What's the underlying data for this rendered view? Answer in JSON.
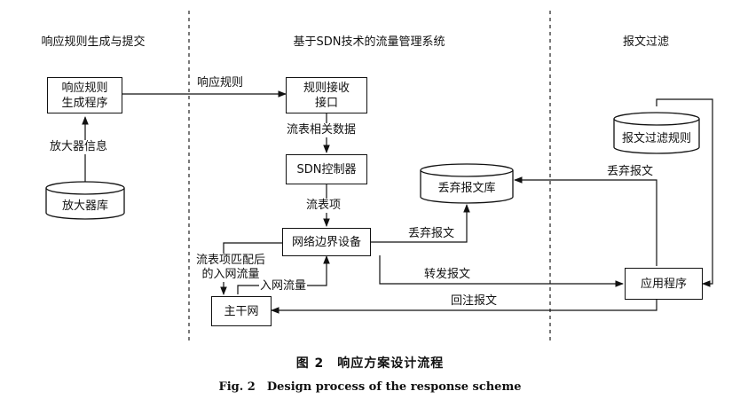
{
  "columns": {
    "left_title": "响应规则生成与提交",
    "middle_title": "基于SDN技术的流量管理系统",
    "right_title": "报文过滤"
  },
  "nodes": {
    "rule_gen": "响应规则\n生成程序",
    "amp_db": "放大器库",
    "rule_iface": "规则接收\n接口",
    "sdn_ctrl": "SDN控制器",
    "edge_dev": "网络边界设备",
    "backbone": "主干网",
    "drop_db": "丢弃报文库",
    "filter_rules": "报文过滤规则",
    "app": "应用程序"
  },
  "edges": {
    "amp_info": "放大器信息",
    "response_rule": "响应规则",
    "flow_data": "流表相关数据",
    "flow_entry": "流表项",
    "drop_pkt_edge": "丢弃报文",
    "drop_pkt_app": "丢弃报文",
    "forward_pkt": "转发报文",
    "reinject_pkt": "回注报文",
    "matched_flow_line1": "流表项匹配后",
    "matched_flow_line2": "的入网流量",
    "ingress_flow": "入网流量"
  },
  "caption": {
    "cn": "图 2　响应方案设计流程",
    "en": "Fig. 2　Design process of the response scheme"
  }
}
